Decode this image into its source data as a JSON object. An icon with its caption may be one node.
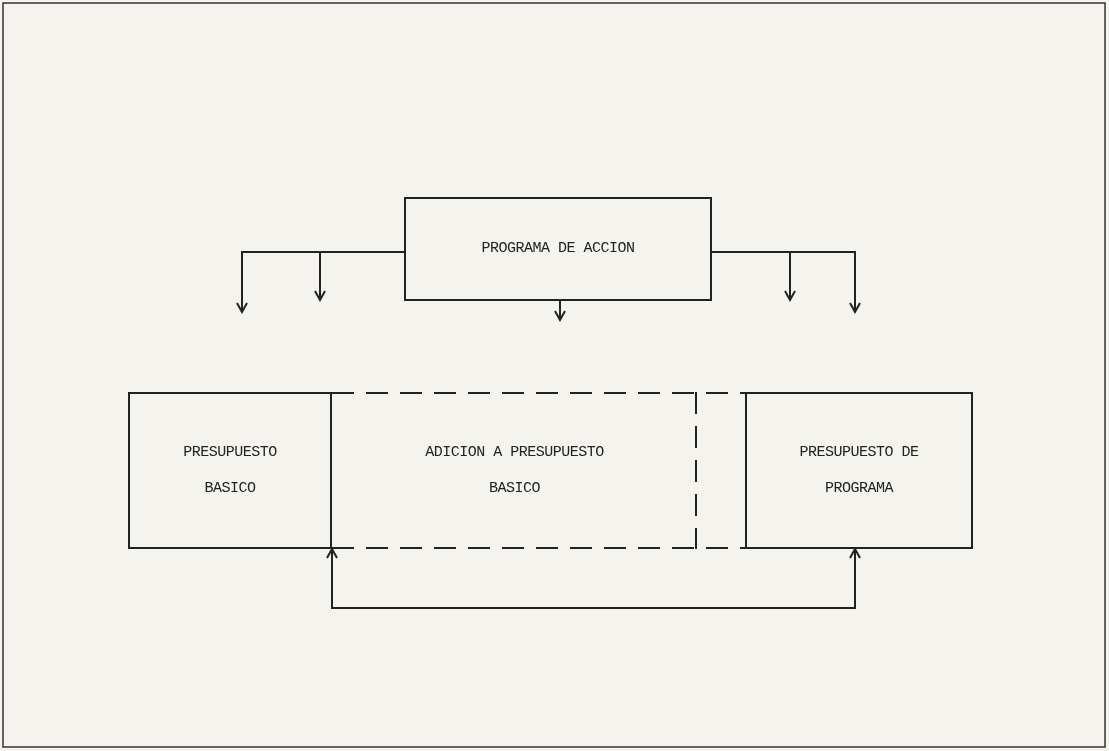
{
  "diagram": {
    "nodes": [
      {
        "text": [
          "PROGRAMA DE ACCION"
        ]
      },
      {
        "text": [
          "PRESUPUESTO BASICO"
        ]
      },
      {
        "text": [
          "ADICION A PRESUPUESTO BASICO"
        ]
      },
      {
        "text": [
          "PRESUPUESTO DE PROGRAMA"
        ]
      }
    ],
    "edges": [
      {
        "from": 0,
        "to": null,
        "arrow": "to"
      },
      {
        "from": 0,
        "to": null,
        "arrow": "to"
      },
      {
        "from": 0,
        "to": null,
        "arrow": "to"
      },
      {
        "from": 0,
        "to": null,
        "arrow": "to"
      },
      {
        "from": 0,
        "to": null,
        "arrow": "to"
      },
      {
        "from": 1,
        "to": 3,
        "arrow": "both"
      }
    ]
  }
}
